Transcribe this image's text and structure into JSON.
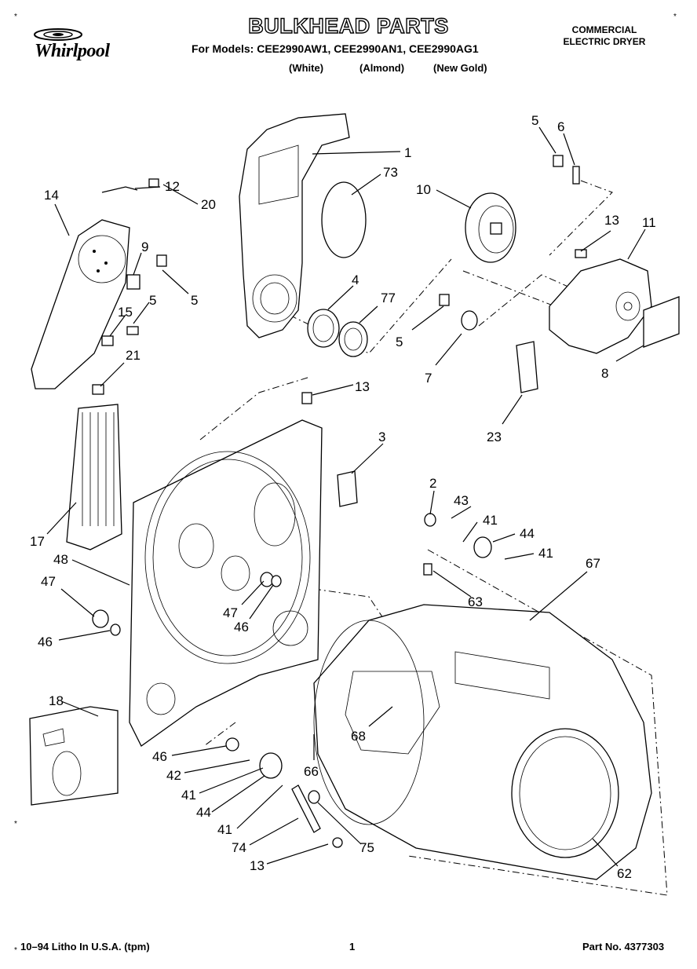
{
  "header": {
    "brand": "Whirlpool",
    "title": "BULKHEAD PARTS",
    "models_line": "For Models: CEE2990AW1, CEE2990AN1, CEE2990AG1",
    "color_white": "(White)",
    "color_almond": "(Almond)",
    "color_gold": "(New Gold)",
    "product_line1": "COMMERCIAL",
    "product_line2": "ELECTRIC DRYER",
    "corner_mark": "*"
  },
  "footer": {
    "litho": "10–94 Litho In U.S.A. (tpm)",
    "page": "1",
    "part_no": "Part No. 4377303",
    "corner_mark": "*"
  },
  "callouts": [
    {
      "n": "1"
    },
    {
      "n": "73"
    },
    {
      "n": "12"
    },
    {
      "n": "20"
    },
    {
      "n": "14"
    },
    {
      "n": "9"
    },
    {
      "n": "5"
    },
    {
      "n": "5"
    },
    {
      "n": "15"
    },
    {
      "n": "21"
    },
    {
      "n": "4"
    },
    {
      "n": "77"
    },
    {
      "n": "5"
    },
    {
      "n": "6"
    },
    {
      "n": "10"
    },
    {
      "n": "13"
    },
    {
      "n": "11"
    },
    {
      "n": "5"
    },
    {
      "n": "7"
    },
    {
      "n": "8"
    },
    {
      "n": "23"
    },
    {
      "n": "13"
    },
    {
      "n": "3"
    },
    {
      "n": "2"
    },
    {
      "n": "43"
    },
    {
      "n": "41"
    },
    {
      "n": "44"
    },
    {
      "n": "41"
    },
    {
      "n": "67"
    },
    {
      "n": "63"
    },
    {
      "n": "17"
    },
    {
      "n": "48"
    },
    {
      "n": "47"
    },
    {
      "n": "46"
    },
    {
      "n": "47"
    },
    {
      "n": "46"
    },
    {
      "n": "18"
    },
    {
      "n": "68"
    },
    {
      "n": "46"
    },
    {
      "n": "42"
    },
    {
      "n": "41"
    },
    {
      "n": "44"
    },
    {
      "n": "41"
    },
    {
      "n": "66"
    },
    {
      "n": "74"
    },
    {
      "n": "75"
    },
    {
      "n": "13"
    },
    {
      "n": "62"
    }
  ]
}
